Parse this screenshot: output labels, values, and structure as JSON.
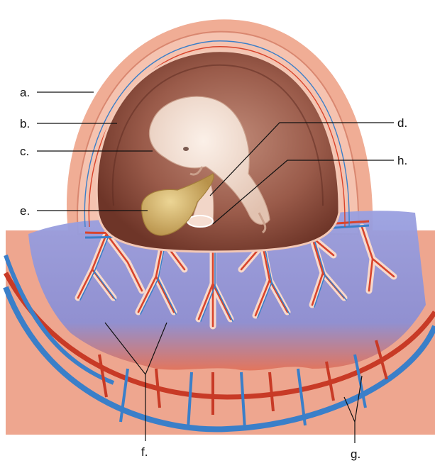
{
  "labels": {
    "a": "a.",
    "b": "b.",
    "c": "c.",
    "d": "d.",
    "e": "e.",
    "f": "f.",
    "g": "g.",
    "h": "h."
  },
  "colors": {
    "background": "#ffffff",
    "uterine_wall": "#eea68f",
    "uterine_wall_light": "#f5c3b0",
    "chorion_rim": "#e89880",
    "amniotic_cavity": "#8a4a3c",
    "amniotic_inner": "#b57a68",
    "embryo": "#f4e2d6",
    "yolk_sac": "#d9b86a",
    "artery_red": "#d8442c",
    "vein_blue": "#3a7fc9",
    "maternal_blood": "#7f86d6",
    "leader_lines": "#111111"
  }
}
